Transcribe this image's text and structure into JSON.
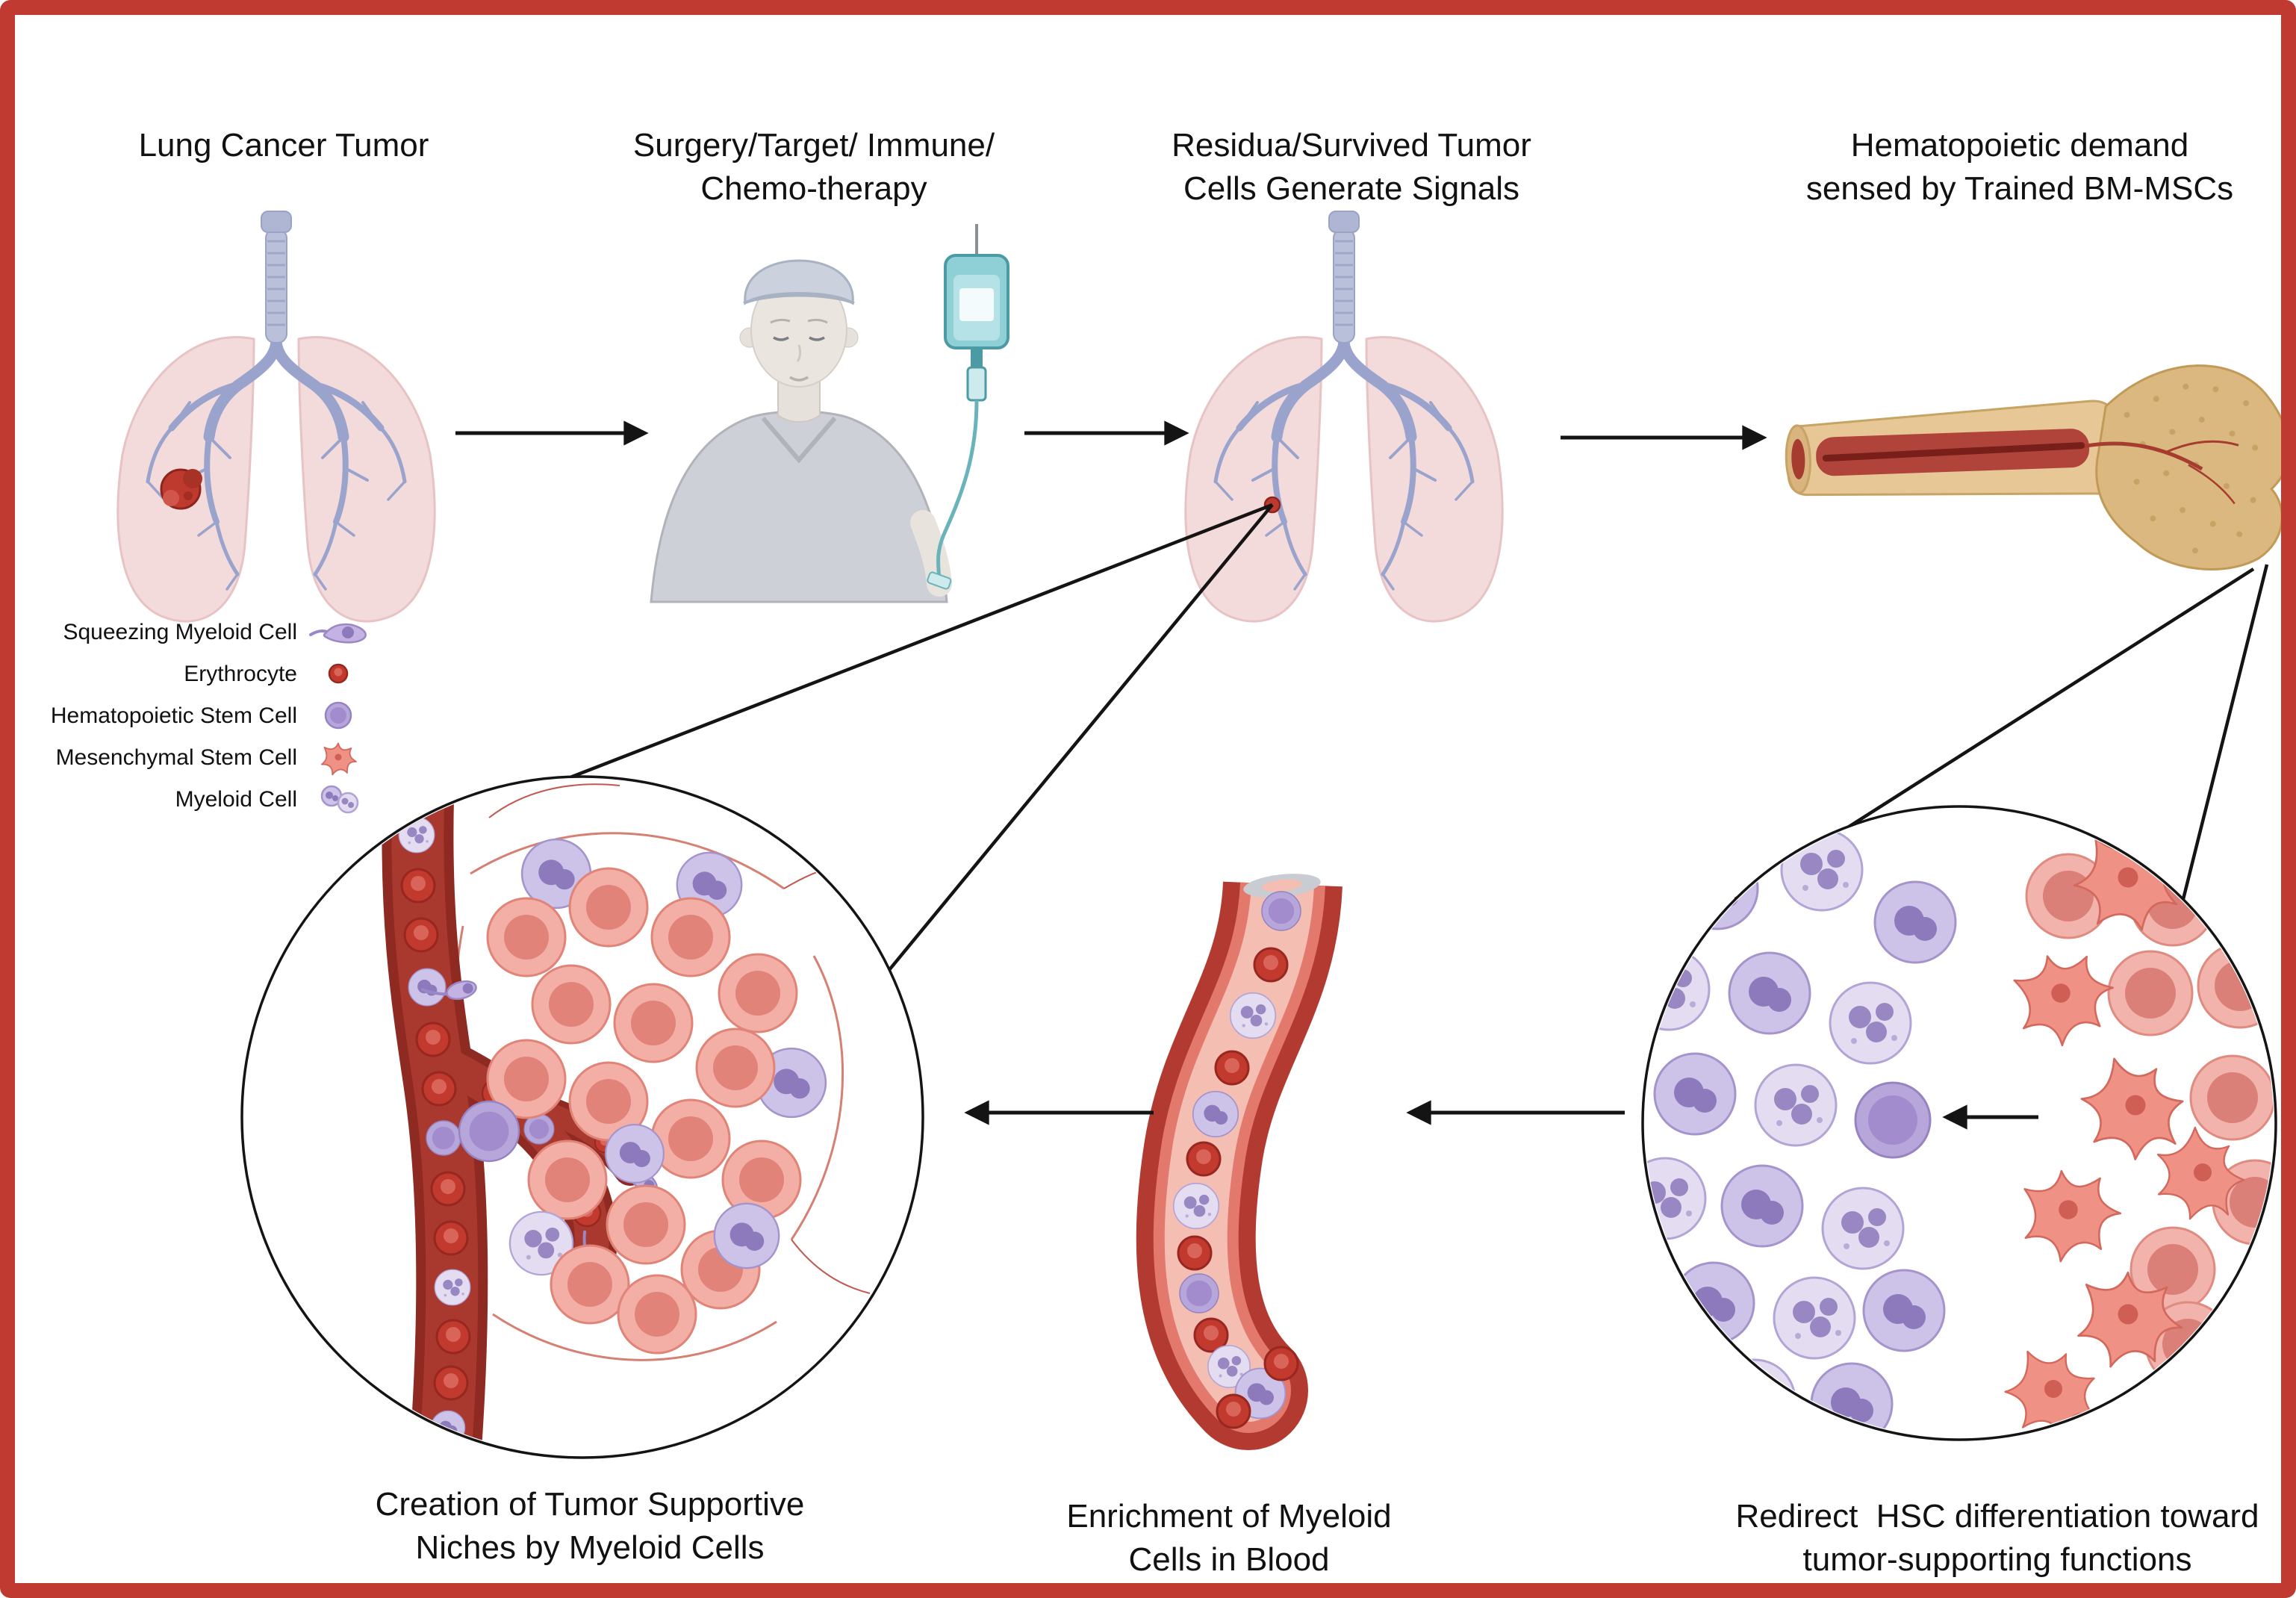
{
  "figure_type": "scientific-pathway-diagram",
  "colors": {
    "frame_border": "#c13a31",
    "background": "#ffffff",
    "text": "#111111",
    "lung_pink": "#f3dbdc",
    "bronchi_blue": "#9aa3cc",
    "tumor_red": "#bf3a2e",
    "therapy_teal": "#8fd0d6",
    "bone_tan": "#e6c795",
    "marrow_red": "#b0443a",
    "vessel_red": "#b23a31",
    "erythrocyte_red": "#c23a2e",
    "myeloid_purple": "#cdc2e8",
    "hsc_purple": "#b7a6da",
    "msc_pink": "#ef9185",
    "tumor_cell_pink": "#f3aea6"
  },
  "top_row": {
    "step1": {
      "label": "Lung Cancer Tumor",
      "illustration": "lungs-with-tumor-illustration"
    },
    "step2": {
      "label": "Surgery/Target/ Immune/\nChemo-therapy",
      "illustration": "patient-with-iv-therapy-illustration"
    },
    "step3": {
      "label": "Residua/Survived Tumor\nCells Generate Signals",
      "illustration": "lungs-with-residual-tumor-illustration"
    },
    "step4": {
      "label": "Hematopoietic demand\nsensed by Trained BM-MSCs",
      "illustration": "femur-bone-marrow-illustration"
    }
  },
  "legend": {
    "items": [
      {
        "label": "Squeezing Myeloid Cell",
        "icon": "squeezing-myeloid-cell-icon",
        "color": "#c3b2e2"
      },
      {
        "label": "Erythrocyte",
        "icon": "erythrocyte-icon",
        "color": "#c23a2e"
      },
      {
        "label": "Hematopoietic Stem Cell",
        "icon": "hematopoietic-stem-cell-icon",
        "color": "#b7a6da"
      },
      {
        "label": "Mesenchymal Stem Cell",
        "icon": "mesenchymal-stem-cell-icon",
        "color": "#ef9185"
      },
      {
        "label": "Myeloid Cell",
        "icon": "myeloid-cell-icon",
        "color": "#cdc2e8"
      }
    ]
  },
  "bottom_row": {
    "left_caption": "Creation of Tumor Supportive\nNiches by Myeloid Cells",
    "left_view": "tumor-niche-magnified-view",
    "middle_caption": "Enrichment of Myeloid\nCells in Blood",
    "middle_view": "blood-vessel-illustration",
    "right_caption": "Redirect  HSC differentiation toward\ntumor-supporting functions",
    "right_view": "bone-marrow-magnified-view"
  }
}
